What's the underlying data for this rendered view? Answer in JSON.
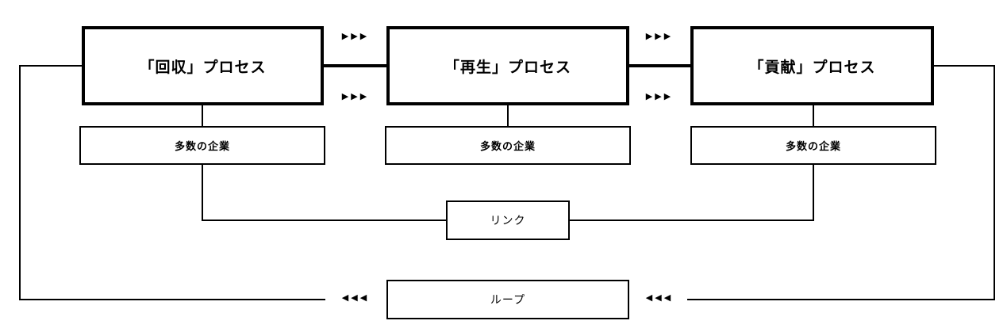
{
  "diagram": {
    "title": "process-loop-flow",
    "background_color": "#ffffff",
    "line_color": "#000000",
    "processes": [
      {
        "label": "「回収」プロセス",
        "companies_label": "多数の企業"
      },
      {
        "label": "「再生」プロセス",
        "companies_label": "多数の企業"
      },
      {
        "label": "「貢献」プロセス",
        "companies_label": "多数の企業"
      }
    ],
    "link": {
      "label": "リンク"
    },
    "loop": {
      "label": "ループ"
    },
    "arrows": {
      "forward": "▶▶▶",
      "backward": "◀◀◀"
    }
  }
}
